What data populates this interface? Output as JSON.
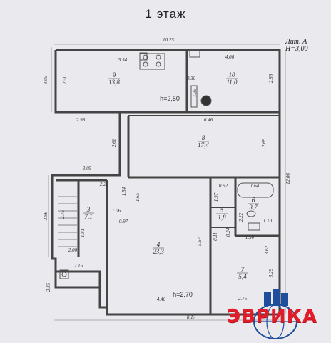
{
  "floor_title": "1  этаж",
  "lit_label": "Лит. А",
  "height_label": "Н=3,00",
  "brand": "ЭВРИКА",
  "rooms": [
    {
      "id": "r9",
      "num": "9",
      "area": "13,8"
    },
    {
      "id": "r10",
      "num": "10",
      "area": "11,0"
    },
    {
      "id": "r8",
      "num": "8",
      "area": "17,4"
    },
    {
      "id": "r3",
      "num": "3",
      "area": "7,1"
    },
    {
      "id": "r4",
      "num": "4",
      "area": "23,3"
    },
    {
      "id": "r5",
      "num": "5",
      "area": "1,8"
    },
    {
      "id": "r6",
      "num": "6",
      "area": "3,7"
    },
    {
      "id": "r7",
      "num": "7",
      "area": "5,4"
    }
  ],
  "heights": [
    "h=2,50",
    "h=2,70"
  ],
  "dimensions": [
    "10.25",
    "5.54",
    "4.00",
    "3.05",
    "2.50",
    "0.30",
    "1.35",
    "2.86",
    "6.46",
    "2.98",
    "2.68",
    "2.69",
    "3.05",
    "12.06",
    "2.26",
    "1.54",
    "0.92",
    "1.64",
    "1.65",
    "1.97",
    "2.22",
    "3.96",
    "2.75",
    "1.06",
    "0.97",
    "1.81",
    "0.11",
    "0.24",
    "1.10",
    "1.50",
    "5.67",
    "3.62",
    "2.00",
    "2.15",
    "3.29",
    "2.35",
    "4.40",
    "2.76",
    "8.17"
  ]
}
